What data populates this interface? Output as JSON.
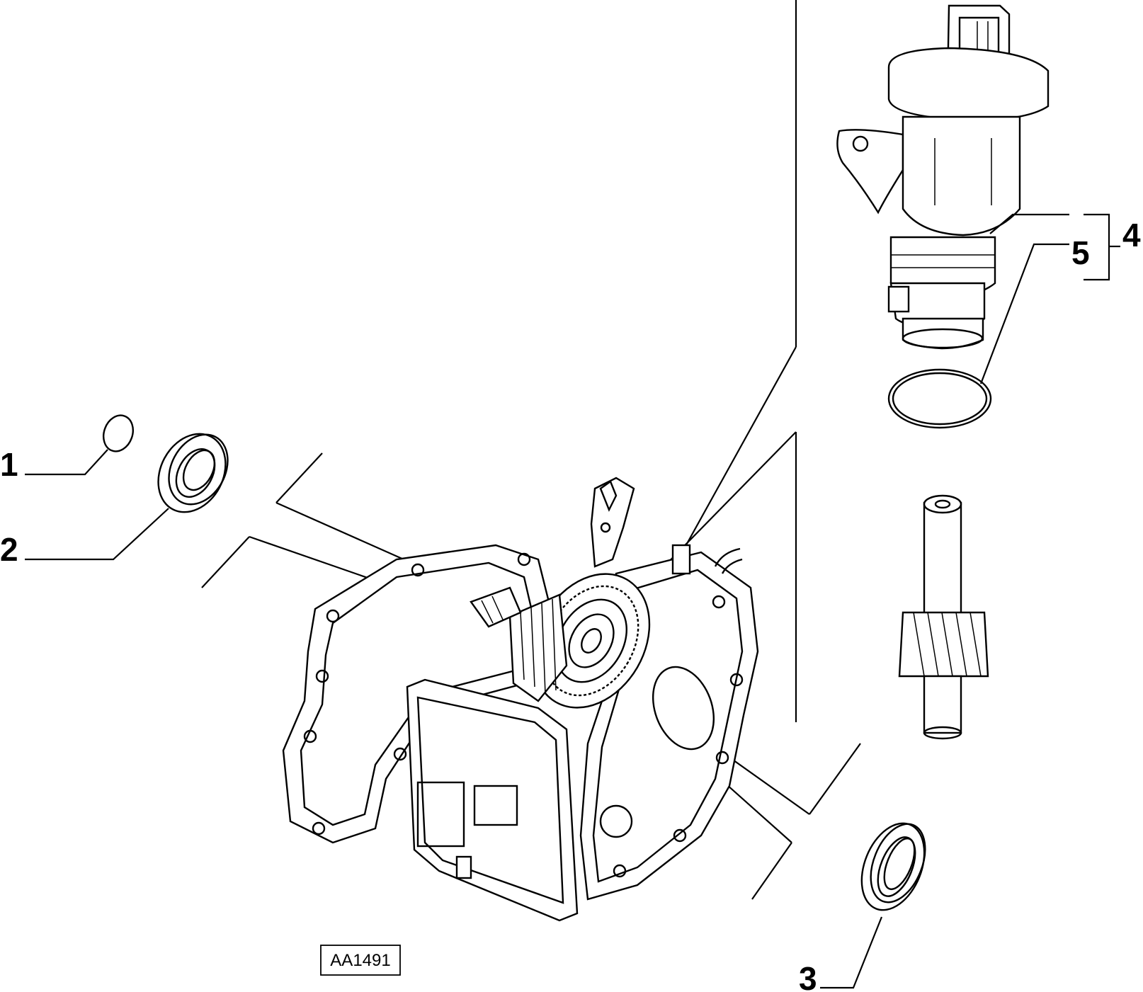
{
  "callouts": [
    {
      "id": "1",
      "label": "1"
    },
    {
      "id": "2",
      "label": "2"
    },
    {
      "id": "3",
      "label": "3"
    },
    {
      "id": "4",
      "label": "4"
    },
    {
      "id": "5",
      "label": "5"
    }
  ],
  "reference_code": "AA1491"
}
